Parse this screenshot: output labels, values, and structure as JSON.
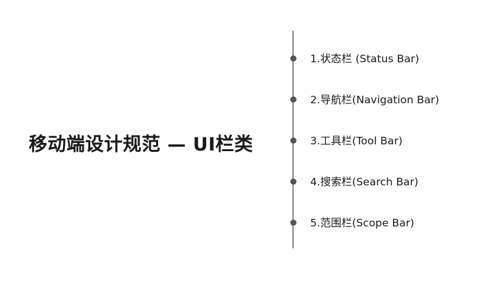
{
  "title": "移动端设计规范 — UI栏类",
  "items": [
    {
      "label": "1.状态栏 (Status Bar)"
    },
    {
      "label": "2.导航栏(Navigation Bar)"
    },
    {
      "label": "3.工具栏(Tool Bar)"
    },
    {
      "label": "4.搜索栏(Search Bar)"
    },
    {
      "label": "5.范围栏(Scope Bar)"
    }
  ]
}
